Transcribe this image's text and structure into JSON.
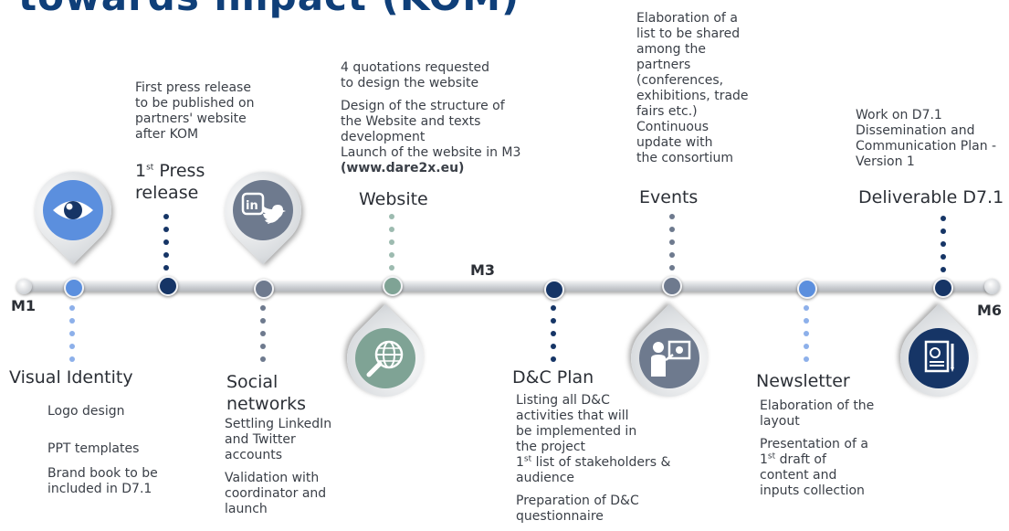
{
  "title": "towards impact (KOM)",
  "milestones": {
    "m1": "M1",
    "m3": "M3",
    "m6": "M6"
  },
  "items": {
    "visual_identity": {
      "label": "Visual Identity",
      "details": [
        "Logo design",
        "PPT templates",
        "Brand book to be included in D7.1"
      ],
      "icon": "eye-icon",
      "color": "#5b8fde"
    },
    "press_release": {
      "label_pre": "1",
      "label_sup": "st",
      "label_post": "  Press release",
      "detail": "First press release to be published on partners' website after KOM",
      "color": "#163566"
    },
    "social_networks": {
      "label": "Social networks",
      "details": [
        "Settling LinkedIn and Twitter accounts",
        "Validation with coordinator and launch"
      ],
      "icon": "linkedin-twitter-icon",
      "color": "#6e7a8e"
    },
    "website": {
      "label": "Website",
      "details": [
        "4 quotations requested to design the website",
        "Design of the structure of the Website and texts development",
        "Launch of the website in M3"
      ],
      "url": "(www.dare2x.eu)",
      "icon": "globe-search-icon",
      "color": "#7fa395"
    },
    "dc_plan": {
      "label": "D&C Plan",
      "details_a": "Listing all D&C activities that will be implemented in the project",
      "details_b_pre": "1",
      "details_b_sup": "st",
      "details_b_post": " list of stakeholders & audience",
      "details_c": "Preparation of D&C questionnaire",
      "color": "#163566"
    },
    "events": {
      "label": "Events",
      "details": [
        "Elaboration of a list to be shared among the partners (conferences, exhibitions, trade fairs etc.)",
        "Continuous update with the consortium"
      ],
      "icon": "presenter-icon",
      "color": "#6e7a8e"
    },
    "newsletter": {
      "label": "Newsletter",
      "detail_a": "Elaboration of the layout",
      "detail_b_pre": "Presentation of a 1",
      "detail_b_sup": "st",
      "detail_b_post": " draft of content and inputs collection",
      "color": "#5b8fde"
    },
    "deliverable": {
      "label": "Deliverable D7.1",
      "detail": "Work on D7.1 Dissemination and Communication Plan - Version 1",
      "icon": "document-pen-icon",
      "color": "#163566"
    }
  }
}
